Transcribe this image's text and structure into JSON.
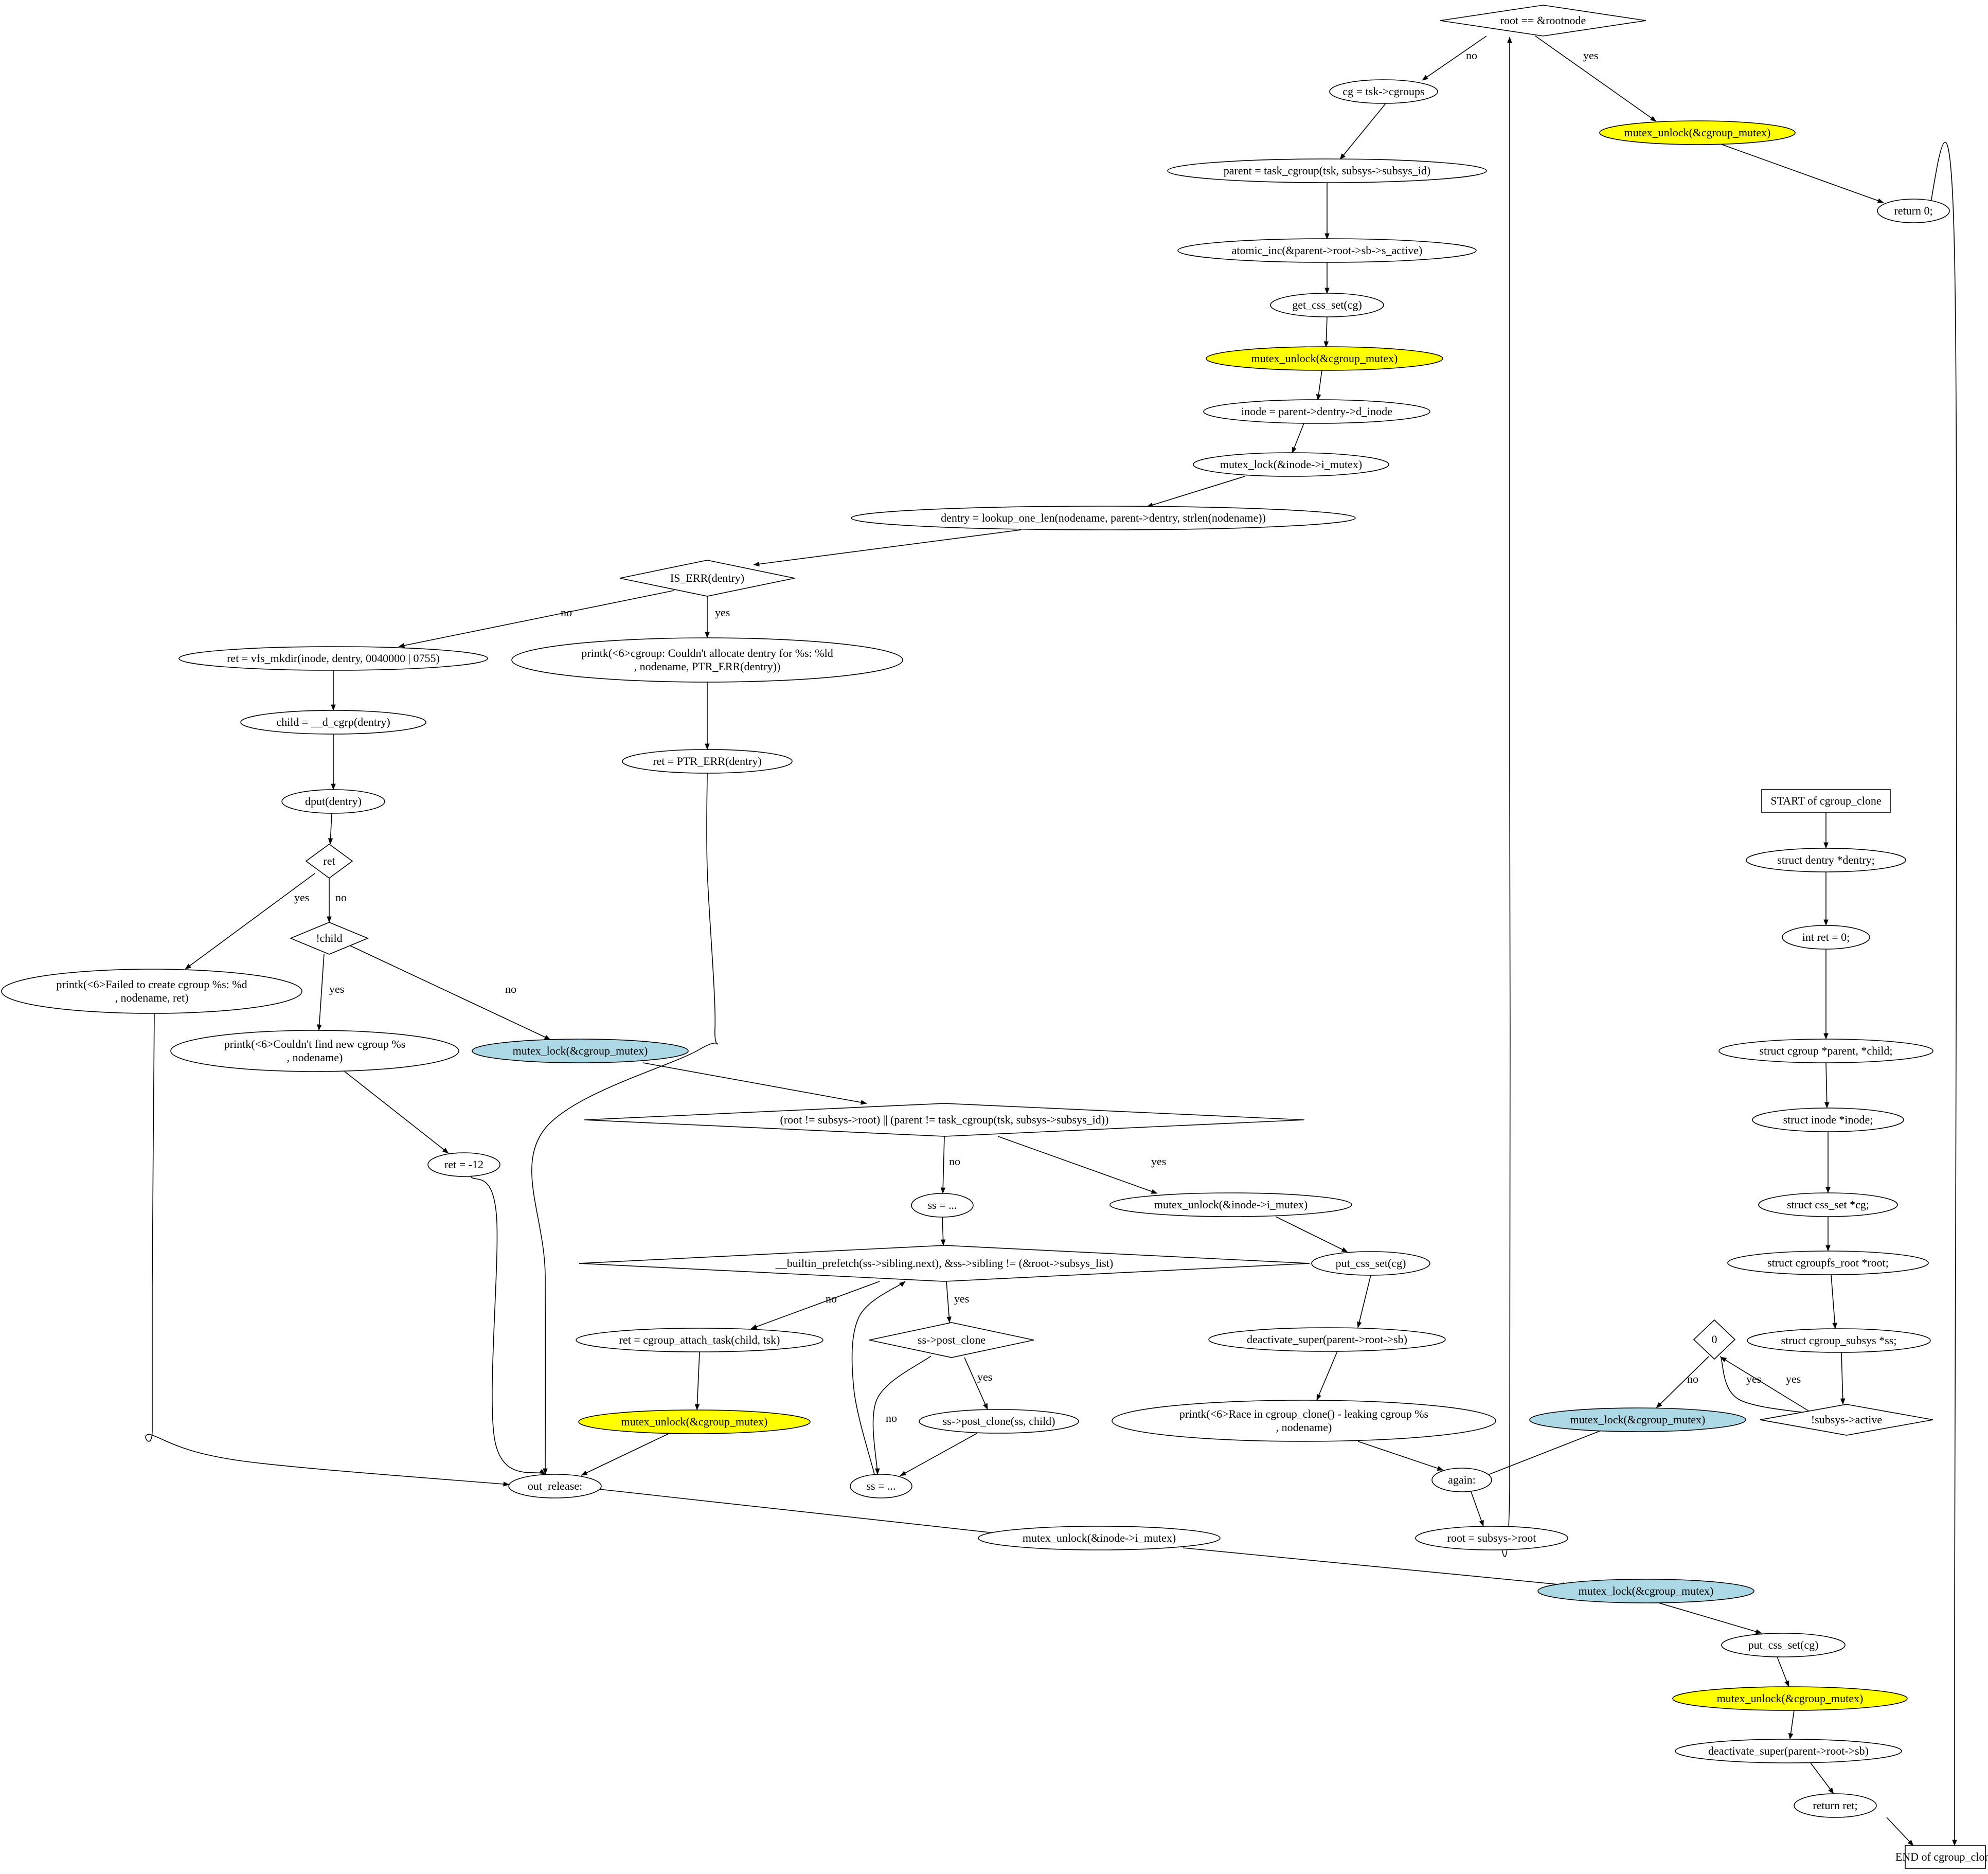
{
  "colors": {
    "unlock": "#ffff00",
    "lock": "#add8e6",
    "default": "#ffffff"
  },
  "nodes": [
    {
      "id": "root_check",
      "label": "root == &rootnode",
      "shape": "diamond"
    },
    {
      "id": "cg_assign",
      "label": "cg = tsk->cgroups",
      "shape": "ellipse"
    },
    {
      "id": "unlock_top",
      "label": "mutex_unlock(&cgroup_mutex)",
      "shape": "ellipse",
      "fill": "unlock"
    },
    {
      "id": "return0",
      "label": "return 0;",
      "shape": "ellipse"
    },
    {
      "id": "parent_assign",
      "label": "parent = task_cgroup(tsk, subsys->subsys_id)",
      "shape": "ellipse"
    },
    {
      "id": "atomic_inc",
      "label": "atomic_inc(&parent->root->sb->s_active)",
      "shape": "ellipse"
    },
    {
      "id": "get_css",
      "label": "get_css_set(cg)",
      "shape": "ellipse"
    },
    {
      "id": "unlock_2",
      "label": "mutex_unlock(&cgroup_mutex)",
      "shape": "ellipse",
      "fill": "unlock"
    },
    {
      "id": "inode_assign",
      "label": "inode = parent->dentry->d_inode",
      "shape": "ellipse"
    },
    {
      "id": "lock_imutex",
      "label": "mutex_lock(&inode->i_mutex)",
      "shape": "ellipse"
    },
    {
      "id": "dentry_lookup",
      "label": "dentry = lookup_one_len(nodename, parent->dentry, strlen(nodename))",
      "shape": "ellipse"
    },
    {
      "id": "is_err",
      "label": "IS_ERR(dentry)",
      "shape": "diamond"
    },
    {
      "id": "vfs_mkdir",
      "label": "ret = vfs_mkdir(inode, dentry, 0040000 | 0755)",
      "shape": "ellipse"
    },
    {
      "id": "printk_alloc",
      "label": "printk(<6>cgroup: Couldn't allocate dentry for %s: %ld",
      "label2": ", nodename, PTR_ERR(dentry))",
      "shape": "ellipse"
    },
    {
      "id": "child_assign",
      "label": "child = __d_cgrp(dentry)",
      "shape": "ellipse"
    },
    {
      "id": "ret_ptr_err",
      "label": "ret = PTR_ERR(dentry)",
      "shape": "ellipse"
    },
    {
      "id": "dput",
      "label": "dput(dentry)",
      "shape": "ellipse"
    },
    {
      "id": "ret_check",
      "label": "ret",
      "shape": "diamond"
    },
    {
      "id": "not_child",
      "label": "!child",
      "shape": "diamond"
    },
    {
      "id": "printk_fail",
      "label": "printk(<6>Failed to create cgroup %s: %d",
      "label2": ", nodename, ret)",
      "shape": "ellipse"
    },
    {
      "id": "printk_notfound",
      "label": "printk(<6>Couldn't find new cgroup %s",
      "label2": ", nodename)",
      "shape": "ellipse"
    },
    {
      "id": "lock_cg_1",
      "label": "mutex_lock(&cgroup_mutex)",
      "shape": "ellipse",
      "fill": "lock"
    },
    {
      "id": "race_check",
      "label": "(root != subsys->root) || (parent != task_cgroup(tsk, subsys->subsys_id))",
      "shape": "diamond"
    },
    {
      "id": "ret_12",
      "label": "ret = -12",
      "shape": "ellipse"
    },
    {
      "id": "ss_init",
      "label": "ss = ...",
      "shape": "ellipse"
    },
    {
      "id": "unlock_imutex_race",
      "label": "mutex_unlock(&inode->i_mutex)",
      "shape": "ellipse"
    },
    {
      "id": "loop_cond",
      "label": "__builtin_prefetch(ss->sibling.next), &ss->sibling != (&root->subsys_list)",
      "shape": "diamond"
    },
    {
      "id": "put_css_race",
      "label": "put_css_set(cg)",
      "shape": "ellipse"
    },
    {
      "id": "attach_task",
      "label": "ret = cgroup_attach_task(child, tsk)",
      "shape": "ellipse"
    },
    {
      "id": "post_clone_check",
      "label": "ss->post_clone",
      "shape": "diamond"
    },
    {
      "id": "deactivate_race",
      "label": "deactivate_super(parent->root->sb)",
      "shape": "ellipse"
    },
    {
      "id": "unlock_3",
      "label": "mutex_unlock(&cgroup_mutex)",
      "shape": "ellipse",
      "fill": "unlock"
    },
    {
      "id": "post_clone_call",
      "label": "ss->post_clone(ss, child)",
      "shape": "ellipse"
    },
    {
      "id": "printk_race",
      "label": "printk(<6>Race in cgroup_clone() - leaking cgroup %s",
      "label2": ", nodename)",
      "shape": "ellipse"
    },
    {
      "id": "out_release",
      "label": "out_release:",
      "shape": "ellipse"
    },
    {
      "id": "ss_next",
      "label": "ss = ...",
      "shape": "ellipse"
    },
    {
      "id": "again",
      "label": "again:",
      "shape": "ellipse"
    },
    {
      "id": "unlock_imutex_out",
      "label": "mutex_unlock(&inode->i_mutex)",
      "shape": "ellipse"
    },
    {
      "id": "root_assign",
      "label": "root = subsys->root",
      "shape": "ellipse"
    },
    {
      "id": "lock_cg_out",
      "label": "mutex_lock(&cgroup_mutex)",
      "shape": "ellipse",
      "fill": "lock"
    },
    {
      "id": "put_css_out",
      "label": "put_css_set(cg)",
      "shape": "ellipse"
    },
    {
      "id": "unlock_out",
      "label": "mutex_unlock(&cgroup_mutex)",
      "shape": "ellipse",
      "fill": "unlock"
    },
    {
      "id": "deactivate_out",
      "label": "deactivate_super(parent->root->sb)",
      "shape": "ellipse"
    },
    {
      "id": "return_ret",
      "label": "return ret;",
      "shape": "ellipse"
    },
    {
      "id": "end",
      "label": "END of cgroup_clone",
      "shape": "box"
    },
    {
      "id": "start",
      "label": "START of cgroup_clone",
      "shape": "box"
    },
    {
      "id": "decl_dentry",
      "label": "struct dentry *dentry;",
      "shape": "ellipse"
    },
    {
      "id": "decl_ret",
      "label": "int ret = 0;",
      "shape": "ellipse"
    },
    {
      "id": "decl_parent",
      "label": "struct cgroup *parent, *child;",
      "shape": "ellipse"
    },
    {
      "id": "decl_inode",
      "label": "struct inode *inode;",
      "shape": "ellipse"
    },
    {
      "id": "decl_cg",
      "label": "struct css_set *cg;",
      "shape": "ellipse"
    },
    {
      "id": "decl_root",
      "label": "struct cgroupfs_root *root;",
      "shape": "ellipse"
    },
    {
      "id": "decl_subsys",
      "label": "struct cgroup_subsys *ss;",
      "shape": "ellipse"
    },
    {
      "id": "zero_check",
      "label": "0",
      "shape": "diamond"
    },
    {
      "id": "active_check",
      "label": "!subsys->active",
      "shape": "diamond"
    },
    {
      "id": "lock_cg_start",
      "label": "mutex_lock(&cgroup_mutex)",
      "shape": "ellipse",
      "fill": "lock"
    }
  ],
  "edge_labels": {
    "yes": "yes",
    "no": "no"
  },
  "edges": [
    {
      "from": "root_check",
      "to": "cg_assign",
      "label": "no"
    },
    {
      "from": "root_check",
      "to": "unlock_top",
      "label": "yes"
    },
    {
      "from": "unlock_top",
      "to": "return0"
    },
    {
      "from": "return0",
      "to": "end"
    },
    {
      "from": "cg_assign",
      "to": "parent_assign"
    },
    {
      "from": "parent_assign",
      "to": "atomic_inc"
    },
    {
      "from": "atomic_inc",
      "to": "get_css"
    },
    {
      "from": "get_css",
      "to": "unlock_2"
    },
    {
      "from": "unlock_2",
      "to": "inode_assign"
    },
    {
      "from": "inode_assign",
      "to": "lock_imutex"
    },
    {
      "from": "lock_imutex",
      "to": "dentry_lookup"
    },
    {
      "from": "dentry_lookup",
      "to": "is_err"
    },
    {
      "from": "is_err",
      "to": "vfs_mkdir",
      "label": "no"
    },
    {
      "from": "is_err",
      "to": "printk_alloc",
      "label": "yes"
    },
    {
      "from": "vfs_mkdir",
      "to": "child_assign"
    },
    {
      "from": "printk_alloc",
      "to": "ret_ptr_err"
    },
    {
      "from": "child_assign",
      "to": "dput"
    },
    {
      "from": "ret_ptr_err",
      "to": "out_release"
    },
    {
      "from": "dput",
      "to": "ret_check"
    },
    {
      "from": "ret_check",
      "to": "printk_fail",
      "label": "yes"
    },
    {
      "from": "ret_check",
      "to": "not_child",
      "label": "no"
    },
    {
      "from": "not_child",
      "to": "printk_notfound",
      "label": "yes"
    },
    {
      "from": "not_child",
      "to": "lock_cg_1",
      "label": "no"
    },
    {
      "from": "printk_fail",
      "to": "out_release"
    },
    {
      "from": "printk_notfound",
      "to": "ret_12"
    },
    {
      "from": "lock_cg_1",
      "to": "race_check"
    },
    {
      "from": "ret_12",
      "to": "out_release"
    },
    {
      "from": "race_check",
      "to": "ss_init",
      "label": "no"
    },
    {
      "from": "race_check",
      "to": "unlock_imutex_race",
      "label": "yes"
    },
    {
      "from": "ss_init",
      "to": "loop_cond"
    },
    {
      "from": "unlock_imutex_race",
      "to": "put_css_race"
    },
    {
      "from": "loop_cond",
      "to": "attach_task",
      "label": "no"
    },
    {
      "from": "loop_cond",
      "to": "post_clone_check",
      "label": "yes"
    },
    {
      "from": "put_css_race",
      "to": "deactivate_race"
    },
    {
      "from": "attach_task",
      "to": "unlock_3"
    },
    {
      "from": "post_clone_check",
      "to": "post_clone_call",
      "label": "yes"
    },
    {
      "from": "post_clone_check",
      "to": "ss_next",
      "label": "no"
    },
    {
      "from": "deactivate_race",
      "to": "printk_race"
    },
    {
      "from": "unlock_3",
      "to": "out_release"
    },
    {
      "from": "post_clone_call",
      "to": "ss_next"
    },
    {
      "from": "ss_next",
      "to": "loop_cond"
    },
    {
      "from": "printk_race",
      "to": "again"
    },
    {
      "from": "out_release",
      "to": "unlock_imutex_out"
    },
    {
      "from": "again",
      "to": "root_assign"
    },
    {
      "from": "root_assign",
      "to": "root_check"
    },
    {
      "from": "unlock_imutex_out",
      "to": "lock_cg_out"
    },
    {
      "from": "lock_cg_out",
      "to": "put_css_out"
    },
    {
      "from": "put_css_out",
      "to": "unlock_out"
    },
    {
      "from": "unlock_out",
      "to": "deactivate_out"
    },
    {
      "from": "deactivate_out",
      "to": "return_ret"
    },
    {
      "from": "return_ret",
      "to": "end"
    },
    {
      "from": "start",
      "to": "decl_dentry"
    },
    {
      "from": "decl_dentry",
      "to": "decl_ret"
    },
    {
      "from": "decl_ret",
      "to": "decl_parent"
    },
    {
      "from": "decl_parent",
      "to": "decl_inode"
    },
    {
      "from": "decl_inode",
      "to": "decl_cg"
    },
    {
      "from": "decl_cg",
      "to": "decl_root"
    },
    {
      "from": "decl_root",
      "to": "decl_subsys"
    },
    {
      "from": "decl_subsys",
      "to": "active_check"
    },
    {
      "from": "active_check",
      "to": "zero_check",
      "label": "yes"
    },
    {
      "from": "zero_check",
      "to": "active_check",
      "label": "yes"
    },
    {
      "from": "zero_check",
      "to": "lock_cg_start",
      "label": "no"
    },
    {
      "from": "lock_cg_start",
      "to": "again"
    }
  ]
}
